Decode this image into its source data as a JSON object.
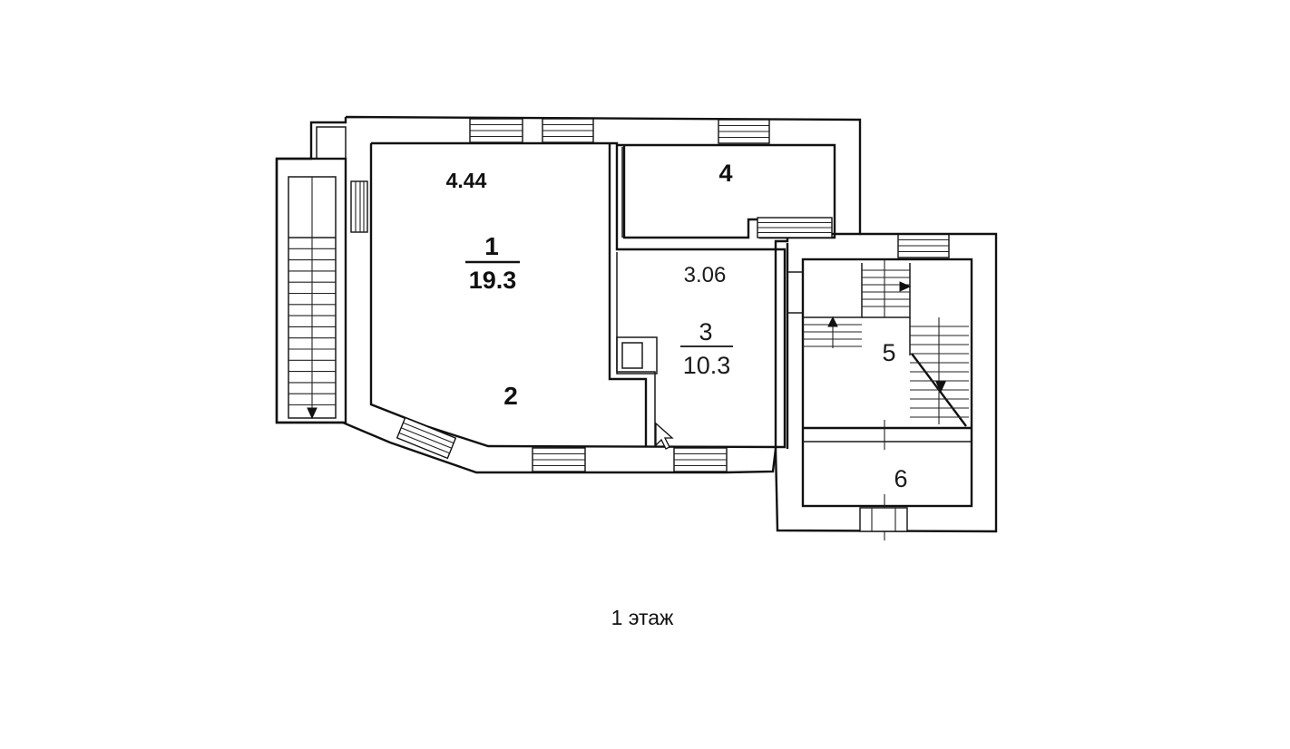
{
  "floor_title": "1 этаж",
  "rooms": [
    {
      "id": "1",
      "area": "19.3"
    },
    {
      "id": "2"
    },
    {
      "id": "3",
      "area": "10.3"
    },
    {
      "id": "4"
    },
    {
      "id": "5"
    },
    {
      "id": "6"
    }
  ],
  "ceiling_heights": [
    "4.44",
    "3.06"
  ],
  "colors": {
    "line": "#111111",
    "background": "#ffffff"
  }
}
